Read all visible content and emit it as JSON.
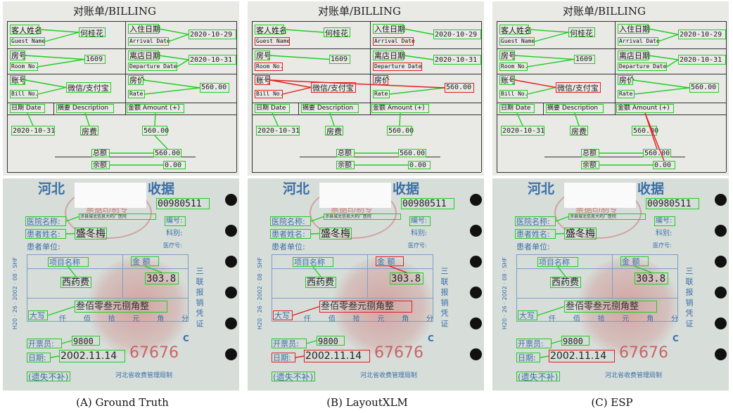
{
  "colors": {
    "correct": "#22cc22",
    "wrong": "#e02020",
    "blue_text": "#3a6fa8",
    "red_text": "#c8524f"
  },
  "captions": [
    "(A) Ground Truth",
    "(B) LayoutXLM",
    "(C) ESP"
  ],
  "bill": {
    "title": "对账单/BILLING",
    "guest_cn": "客人姓名",
    "guest_en": "Guest Name",
    "guest_value": "何桂花",
    "arrival_cn": "入住日期",
    "arrival_en": "Arrival Date",
    "arrival_value": "2020-10-29",
    "room_cn": "房号",
    "room_en": "Room No.",
    "room_value": "1609",
    "departure_cn": "离店日期",
    "departure_en": "Departure Date",
    "departure_value": "2020-10-31",
    "bill_cn": "账号",
    "bill_en": "Bill No.",
    "bill_value": "微信/支付宝",
    "rate_cn": "房价",
    "rate_en": "Rate",
    "rate_value": "560.00",
    "date_hdr": "日期 Date",
    "desc_hdr": "摘要 Description",
    "amount_hdr": "金额 Amount (+)",
    "row_date": "2020-10-31",
    "row_desc": "房费",
    "row_amount": "560.00",
    "total_label": "总额",
    "total_value": "560.00",
    "balance_label": "余额",
    "balance_value": "0.00"
  },
  "receipt": {
    "title_left": "河北",
    "title_right": "收据",
    "number": "00980511",
    "stamp_text": "票据印制专",
    "hospital_label": "医院名称:",
    "hospital_value": "涉县城北信息大药厂医院",
    "serial_label": "编号:",
    "patient_label": "患者姓名:",
    "patient_value": "盛冬梅",
    "dept_label": "科别:",
    "unit_label": "患者单位:",
    "bed_label": "医疗号:",
    "item_label": "项目名称",
    "amount_label": "金 额",
    "item_value": "西药费",
    "amount_value": "303.8",
    "big_amount": "叁佰零叁元捌角整",
    "daxie_label": "大写",
    "units": [
      "仟",
      "佰",
      "拾",
      "元",
      "角",
      "分"
    ],
    "side_text": "三联报销凭证",
    "side_code": "H20 · 26 · 2002 · 08 · SHF",
    "letter_c": "C",
    "issuer_label": "开票员:",
    "issuer_value": "9800",
    "date_label": "日期:",
    "date_value": "2002.11.14",
    "red_number": "67676",
    "lost_text": "(遗失不补)",
    "footer_text": "河北省收费管理局制"
  }
}
